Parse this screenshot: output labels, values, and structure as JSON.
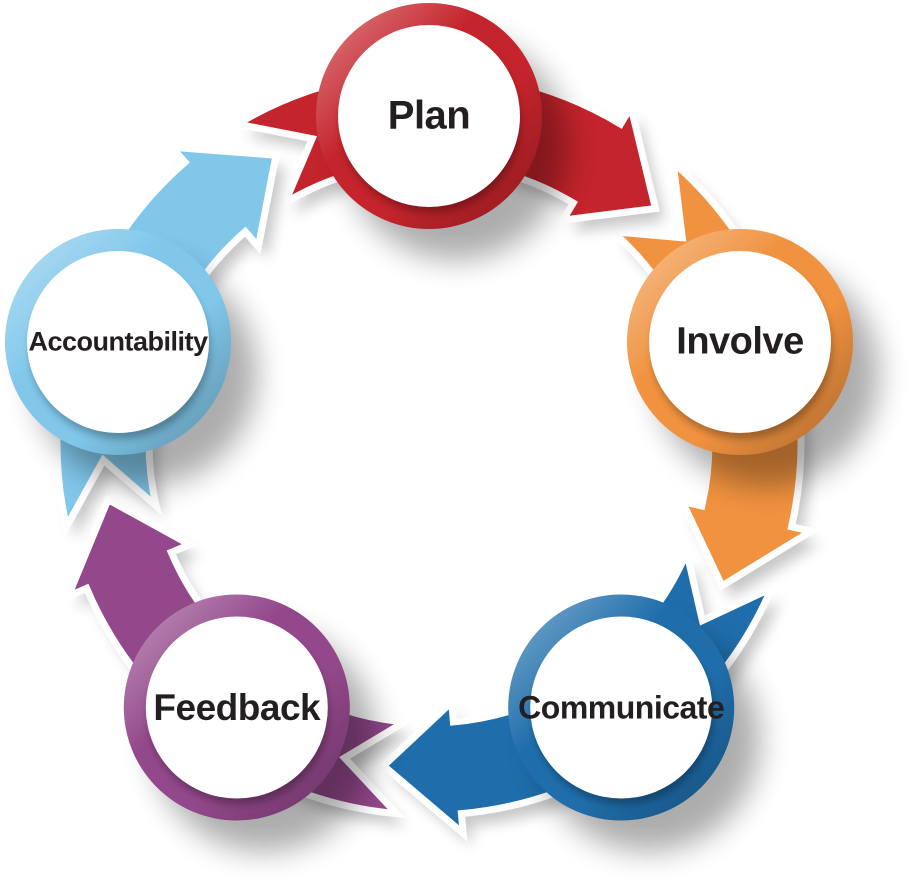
{
  "diagram": {
    "type": "cycle",
    "direction": "clockwise",
    "background": "#FFFFFF",
    "text_color": "#231F20",
    "steps": [
      {
        "label": "Plan",
        "color": "#C4242B"
      },
      {
        "label": "Involve",
        "color": "#F0923F"
      },
      {
        "label": "Communicate",
        "color": "#1F6EAB"
      },
      {
        "label": "Feedback",
        "color": "#93488B"
      },
      {
        "label": "Accountability",
        "color": "#80C7EA"
      }
    ],
    "flow": [
      "Plan",
      "Involve",
      "Communicate",
      "Feedback",
      "Accountability"
    ]
  }
}
